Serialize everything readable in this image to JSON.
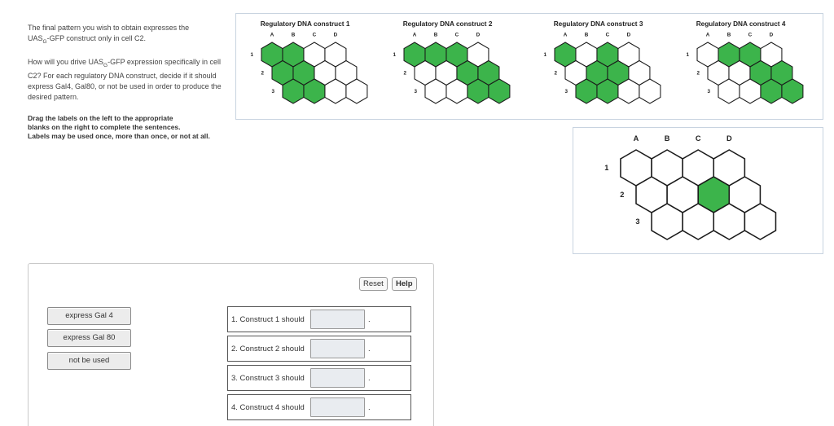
{
  "intro": {
    "line1_a": "The final pattern you wish to obtain expresses the",
    "line1_b": "UAS",
    "line1_sub": "G",
    "line1_c": "-GFP construct only in cell C2.",
    "line2_a": "How will you drive UAS",
    "line2_sub": "G",
    "line2_b": "-GFP expression specifically in cell C2? For each regulatory DNA construct, decide if it should express Gal4, Gal80, or not be used in order to produce the desired pattern."
  },
  "instructions": {
    "line1": "Drag the labels on the left to the appropriate",
    "line2": "blanks on the right to complete the sentences.",
    "line3": "Labels may be used once, more than once, or not at all."
  },
  "grid": {
    "columns": [
      "A",
      "B",
      "C",
      "D"
    ],
    "rows": [
      "1",
      "2",
      "3"
    ],
    "fill_color": "#3cb44b",
    "empty_color": "#ffffff"
  },
  "constructs": [
    {
      "title": "Regulatory DNA construct 1",
      "filled": [
        "A1",
        "B1",
        "A2",
        "B2",
        "A3",
        "B3"
      ]
    },
    {
      "title": "Regulatory DNA construct 2",
      "filled": [
        "A1",
        "B1",
        "C1",
        "C2",
        "D2",
        "C3",
        "D3"
      ]
    },
    {
      "title": "Regulatory DNA construct 3",
      "filled": [
        "A1",
        "C1",
        "B2",
        "C2",
        "A3",
        "B3"
      ]
    },
    {
      "title": "Regulatory DNA construct 4",
      "filled": [
        "B1",
        "C1",
        "C2",
        "D2",
        "C3",
        "D3"
      ]
    }
  ],
  "target": {
    "filled": [
      "C2"
    ]
  },
  "buttons": {
    "reset": "Reset",
    "help": "Help"
  },
  "labels": [
    "express Gal 4",
    "express Gal 80",
    "not be used"
  ],
  "sentences": [
    {
      "prefix": "1. Construct 1 should",
      "suffix": "."
    },
    {
      "prefix": "2. Construct 2 should",
      "suffix": "."
    },
    {
      "prefix": "3. Construct 3 should",
      "suffix": "."
    },
    {
      "prefix": "4. Construct 4 should",
      "suffix": "."
    }
  ]
}
